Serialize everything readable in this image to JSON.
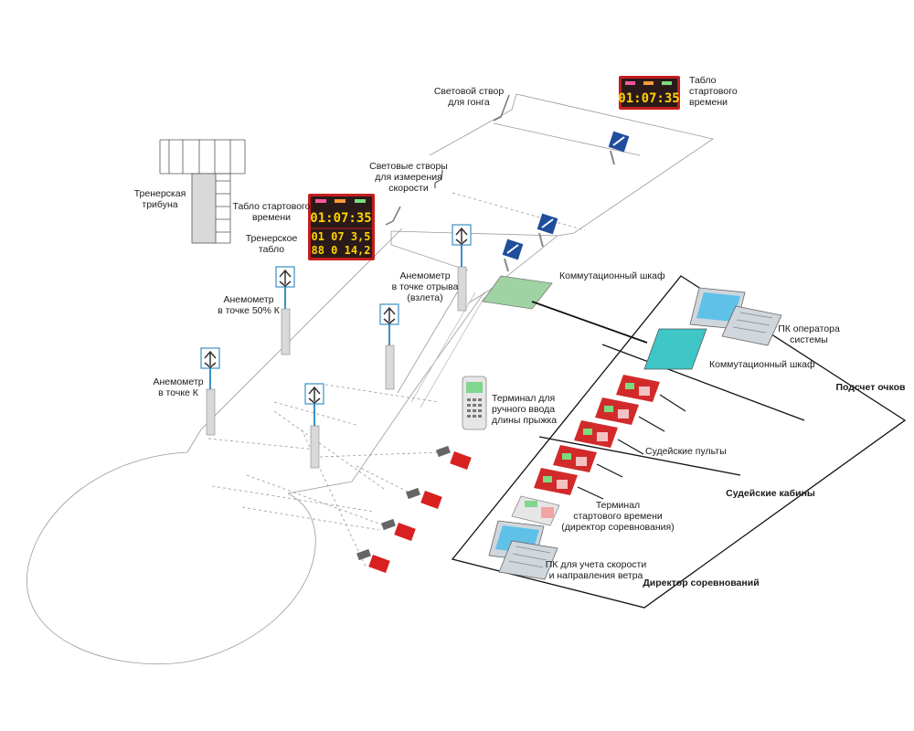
{
  "labels": {
    "gong_gate": "Световой створ\nдля гонга",
    "start_board_top": "Табло\nстартового\nвремени",
    "coach_stand": "Тренерская\nтрибуна",
    "speed_gates": "Световые створы\nдля измерения\nскорости",
    "start_board_left": "Табло стартового\nвремени",
    "coach_board": "Тренерское\nтабло",
    "anem_takeoff": "Анемометр\nв точке отрыва\n(взлета)",
    "anem_50k": "Анемометр\nв точке 50% К",
    "anem_k": "Анемометр\nв точке К",
    "switch_cabinet_field": "Коммутационный шкаф",
    "switch_cabinet_room": "Коммутационный шкаф",
    "pc_operator": "ПК оператора\nсистемы",
    "terminal_manual": "Терминал для\nручного ввода\nдлины прыжка",
    "judge_panels": "Судейские пульты",
    "terminal_start": "Терминал\nстартового времени\n(директор соревнования)",
    "pc_wind": "ПК для учета скорости\nи направления ветра"
  },
  "zones": {
    "scoring": "Подсчет очков",
    "judges": "Судейские кабины",
    "director": "Директор соревнований"
  },
  "displays": {
    "top_time": "01:07:35",
    "left_time": "01:07:35",
    "coach_row1": "01 07 3,5",
    "coach_row2": "88 0 14,2"
  },
  "colors": {
    "cabinet_field": "#9fd3a3",
    "cabinet_room": "#3fc6c6",
    "judge_panel": "#d22a2a",
    "board_bg": "#2a1a1a",
    "board_frame": "#c41e1e",
    "led": "#ffd200",
    "anemometer_pole": "#3a8fc4"
  }
}
